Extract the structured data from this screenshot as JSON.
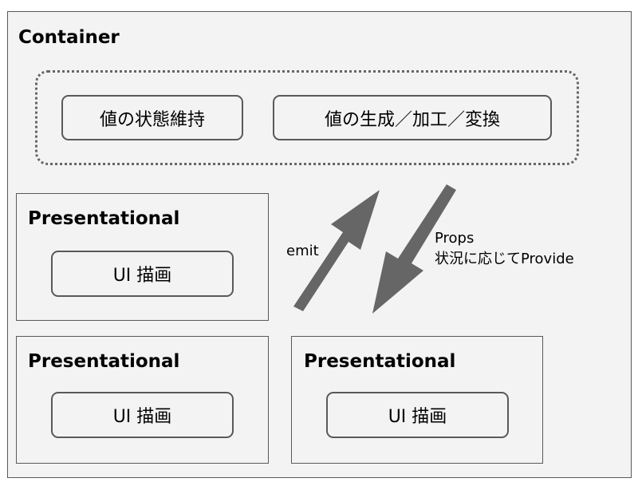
{
  "container": {
    "title": "Container",
    "state_pill": "値の状態維持",
    "generate_pill": "値の生成／加工／変換"
  },
  "presentational": [
    {
      "title": "Presentational",
      "pill": "UI 描画"
    },
    {
      "title": "Presentational",
      "pill": "UI 描画"
    },
    {
      "title": "Presentational",
      "pill": "UI 描画"
    }
  ],
  "arrows": {
    "emit_label": "emit",
    "props_label_line1": "Props",
    "props_label_line2": "状況に応じてProvide"
  },
  "colors": {
    "arrow": "#666666",
    "border": "#595959",
    "fill": "#f3f3f3"
  }
}
